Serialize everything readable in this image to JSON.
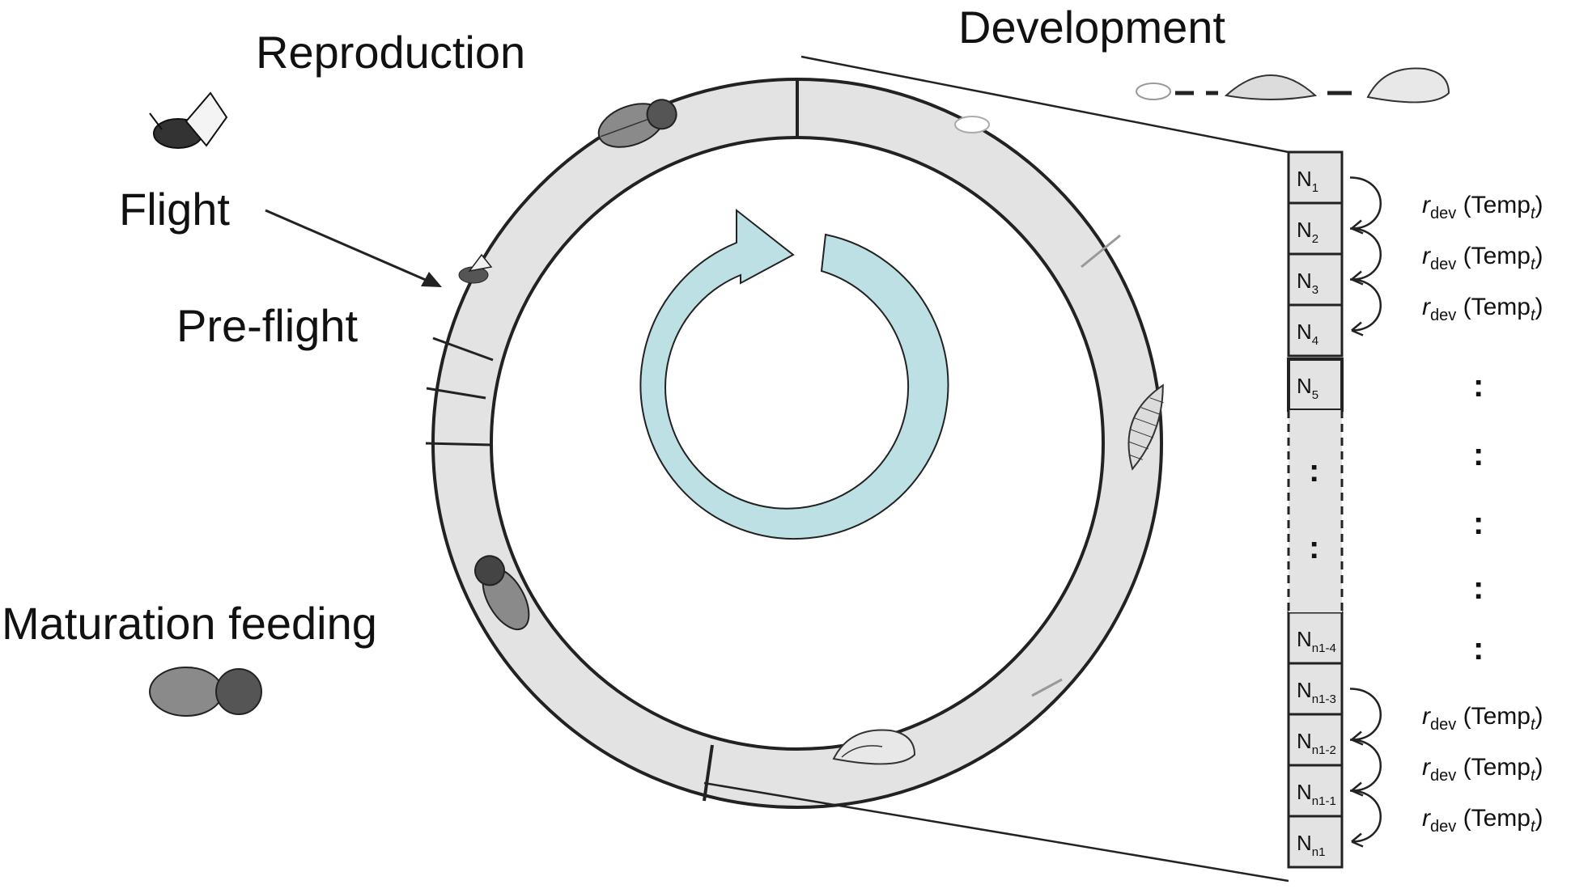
{
  "labels": {
    "reproduction": "Reproduction",
    "development": "Development",
    "flight": "Flight",
    "preflight": "Pre-flight",
    "maturation": "Maturation feeding"
  },
  "boxes": [
    {
      "base": "N",
      "sub": "1"
    },
    {
      "base": "N",
      "sub": "2"
    },
    {
      "base": "N",
      "sub": "3"
    },
    {
      "base": "N",
      "sub": "4"
    },
    {
      "base": "N",
      "sub": "5"
    },
    {
      "base": "N",
      "sub": "n1-4"
    },
    {
      "base": "N",
      "sub": "n1-3"
    },
    {
      "base": "N",
      "sub": "n1-2"
    },
    {
      "base": "N",
      "sub": "n1-1"
    },
    {
      "base": "N",
      "sub": "n1"
    }
  ],
  "rate": {
    "r": "r",
    "r_sub": "dev",
    "open": " (Temp",
    "t_sub": "t",
    "close": ")"
  },
  "ellipsis": ":",
  "icons": [
    "egg-icon",
    "larva-icon",
    "pupa-icon",
    "beetle-icon",
    "flying-beetle-icon",
    "cycle-arrow-icon"
  ],
  "colors": {
    "ring": "#e3e3e3",
    "cycle_arrow": "#bde0e5",
    "stroke": "#222222"
  }
}
